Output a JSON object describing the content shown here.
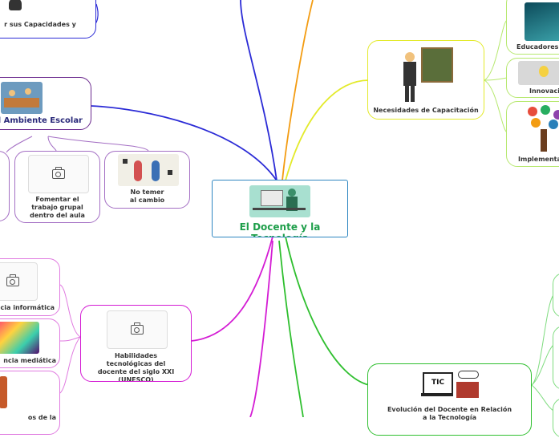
{
  "center": {
    "title": "El Docente y la Tecnología",
    "icon": "teacher-board-icon"
  },
  "nodes": {
    "capacidades": "r sus Capacidades y",
    "ambiente": "el Ambiente Escolar",
    "fomentar": "Fomentar el trabajo grupal dentro del aula",
    "no_temer": "No temer al cambio",
    "competencia_info": "cia informática",
    "competencia_mediatica": "ncia mediática",
    "habilidades": "Habilidades tecnológicas del docente del siglo XXI (UNESCO)",
    "necesidades": "Necesidades de Capacitación",
    "educadores": "Educadores p",
    "innovacion": "Innovació",
    "implementacion": "Implementa",
    "evolucion": "Evolución del Docente en Relación a la Tecnología",
    "tic_label": "TIC",
    "bottom_left": "os de la"
  },
  "colors": {
    "center_border": "#2e86c1",
    "center_text": "#1e9e4a",
    "blue": "#2b2bd6",
    "purple": "#7a2a9e",
    "magenta": "#d41cd4",
    "orange": "#f39c12",
    "yellow": "#e3ea2a",
    "green": "#2fbf2f"
  }
}
